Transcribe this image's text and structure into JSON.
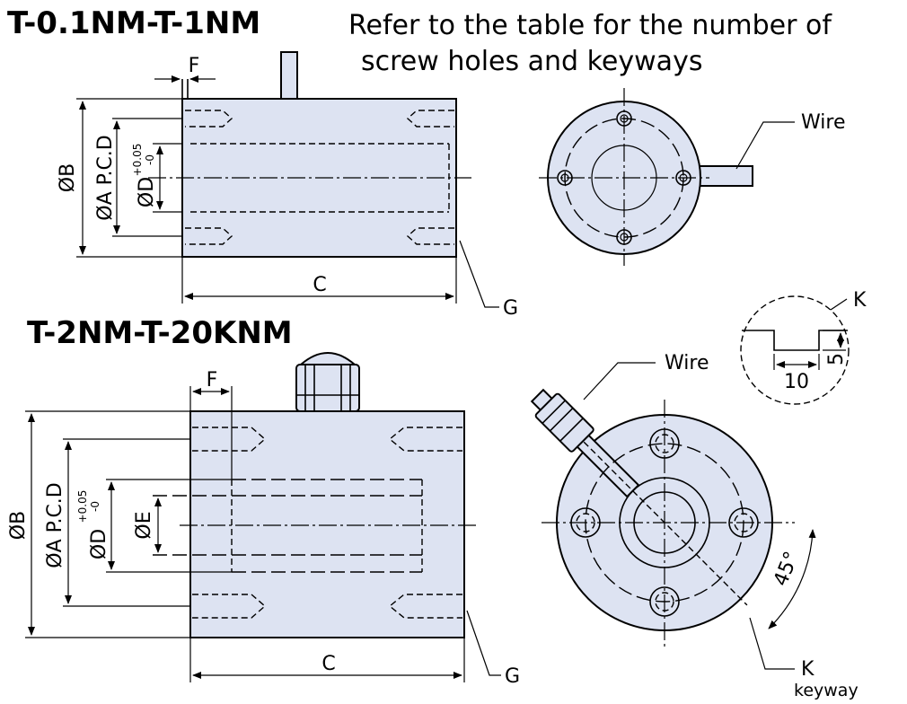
{
  "titles": {
    "small_model": "T-0.1NM-T-1NM",
    "large_model": "T-2NM-T-20KNM"
  },
  "note": {
    "line1": "Refer to the table for the number of",
    "line2": "screw holes and keyways"
  },
  "dimension_labels": {
    "F": "F",
    "B": "ØB",
    "A_pcd": "ØA P.C.D",
    "D": "ØD",
    "D_tol_upper": "+0.05",
    "D_tol_lower": "-0",
    "E": "ØE",
    "C": "C",
    "G": "G",
    "K": "K",
    "keyway": "keyway",
    "wire": "Wire",
    "angle": "45°",
    "key_width": "10",
    "key_depth": "5"
  }
}
